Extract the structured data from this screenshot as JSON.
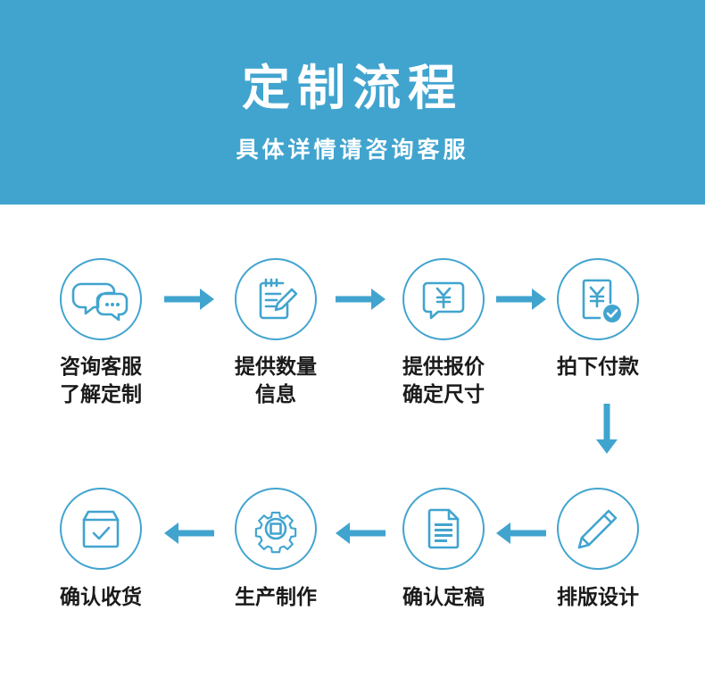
{
  "header": {
    "title": "定制流程",
    "subtitle": "具体详情请咨询客服"
  },
  "accent_color": "#41a4cf",
  "steps": [
    {
      "line1": "咨询客服",
      "line2": "了解定制",
      "icon": "chat-bubbles-icon"
    },
    {
      "line1": "提供数量",
      "line2": "信息",
      "icon": "notepad-pen-icon"
    },
    {
      "line1": "提供报价",
      "line2": "确定尺寸",
      "icon": "yen-speech-bubble-icon"
    },
    {
      "line1": "拍下付款",
      "line2": "",
      "icon": "yen-document-check-icon"
    },
    {
      "line1": "排版设计",
      "line2": "",
      "icon": "pencil-icon"
    },
    {
      "line1": "确认定稿",
      "line2": "",
      "icon": "document-lines-icon"
    },
    {
      "line1": "生产制作",
      "line2": "",
      "icon": "gear-icon"
    },
    {
      "line1": "确认收货",
      "line2": "",
      "icon": "box-check-icon"
    }
  ]
}
